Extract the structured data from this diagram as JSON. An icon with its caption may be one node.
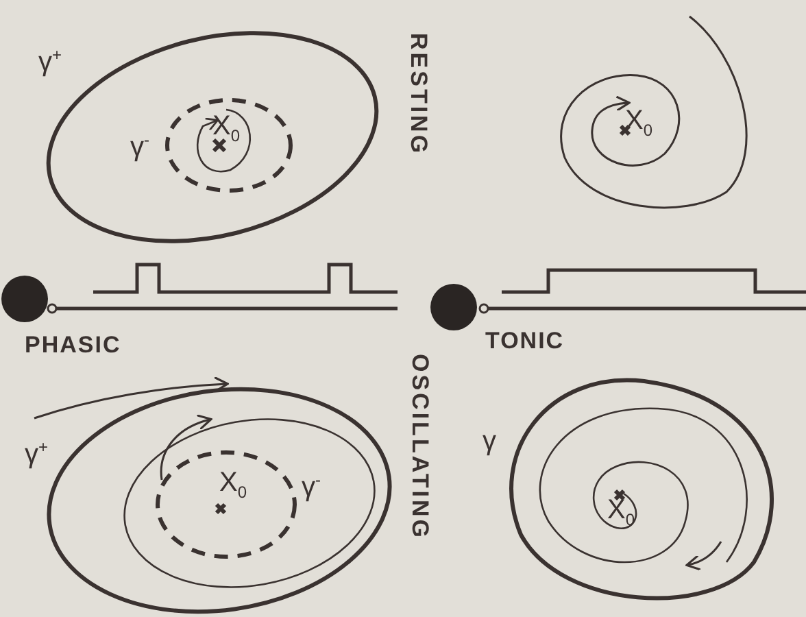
{
  "diagram": {
    "labels": [
      "γ$^{+}$",
      "γ$^{-}$",
      "X$_{0}$",
      "RESTING",
      "X$_{0}$",
      "PHASIC",
      "TONIC",
      "OSCILLATING",
      "γ$^{+}$",
      "X$_{0}$",
      "γ$^{-}$",
      "γ",
      "X$_{0}$"
    ]
  }
}
